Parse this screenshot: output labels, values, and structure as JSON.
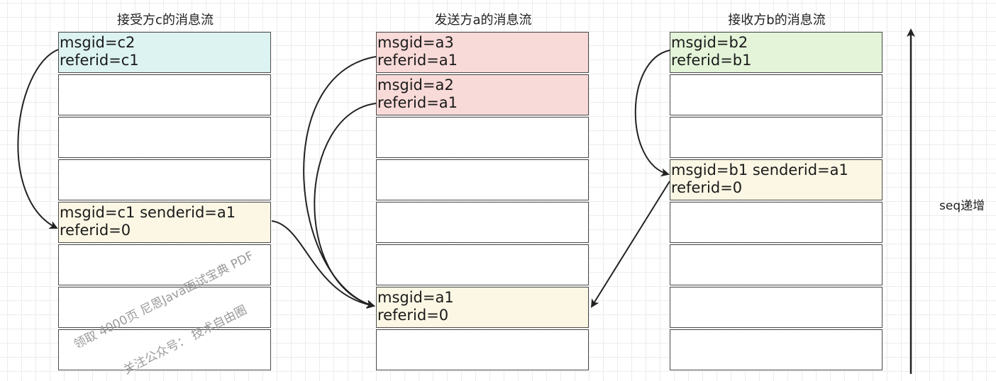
{
  "columns": [
    {
      "title": "接受方c的消息流",
      "rows": [
        {
          "lines": [
            "msgid=c2",
            "referid=c1"
          ],
          "color": "#dcf3f2"
        },
        {
          "lines": [],
          "color": "#ffffff"
        },
        {
          "lines": [],
          "color": "#ffffff"
        },
        {
          "lines": [],
          "color": "#ffffff"
        },
        {
          "lines": [
            "msgid=c1 senderid=a1",
            "referid=0"
          ],
          "color": "#fbf7e4"
        },
        {
          "lines": [],
          "color": "#ffffff"
        },
        {
          "lines": [],
          "color": "#ffffff"
        },
        {
          "lines": [],
          "color": "#ffffff"
        }
      ]
    },
    {
      "title": "发送方a的消息流",
      "rows": [
        {
          "lines": [
            "msgid=a3",
            "referid=a1"
          ],
          "color": "#f8dad8"
        },
        {
          "lines": [
            "msgid=a2",
            "referid=a1"
          ],
          "color": "#f8dad8"
        },
        {
          "lines": [],
          "color": "#ffffff"
        },
        {
          "lines": [],
          "color": "#ffffff"
        },
        {
          "lines": [],
          "color": "#ffffff"
        },
        {
          "lines": [],
          "color": "#ffffff"
        },
        {
          "lines": [
            "msgid=a1",
            "referid=0"
          ],
          "color": "#fbf7e4"
        },
        {
          "lines": [],
          "color": "#ffffff"
        }
      ]
    },
    {
      "title": "接收方b的消息流",
      "rows": [
        {
          "lines": [
            "msgid=b2",
            "referid=b1"
          ],
          "color": "#e3f4d9"
        },
        {
          "lines": [],
          "color": "#ffffff"
        },
        {
          "lines": [],
          "color": "#ffffff"
        },
        {
          "lines": [
            "msgid=b1 senderid=a1",
            "referid=0"
          ],
          "color": "#fbf7e4"
        },
        {
          "lines": [],
          "color": "#ffffff"
        },
        {
          "lines": [],
          "color": "#ffffff"
        },
        {
          "lines": [],
          "color": "#ffffff"
        },
        {
          "lines": [],
          "color": "#ffffff"
        }
      ]
    }
  ],
  "seq_label": "seq递增",
  "watermark": {
    "line1": "领取 4000页 尼恩Java面试宝典 PDF",
    "line2": "关注公众号： 技术自由圈"
  }
}
